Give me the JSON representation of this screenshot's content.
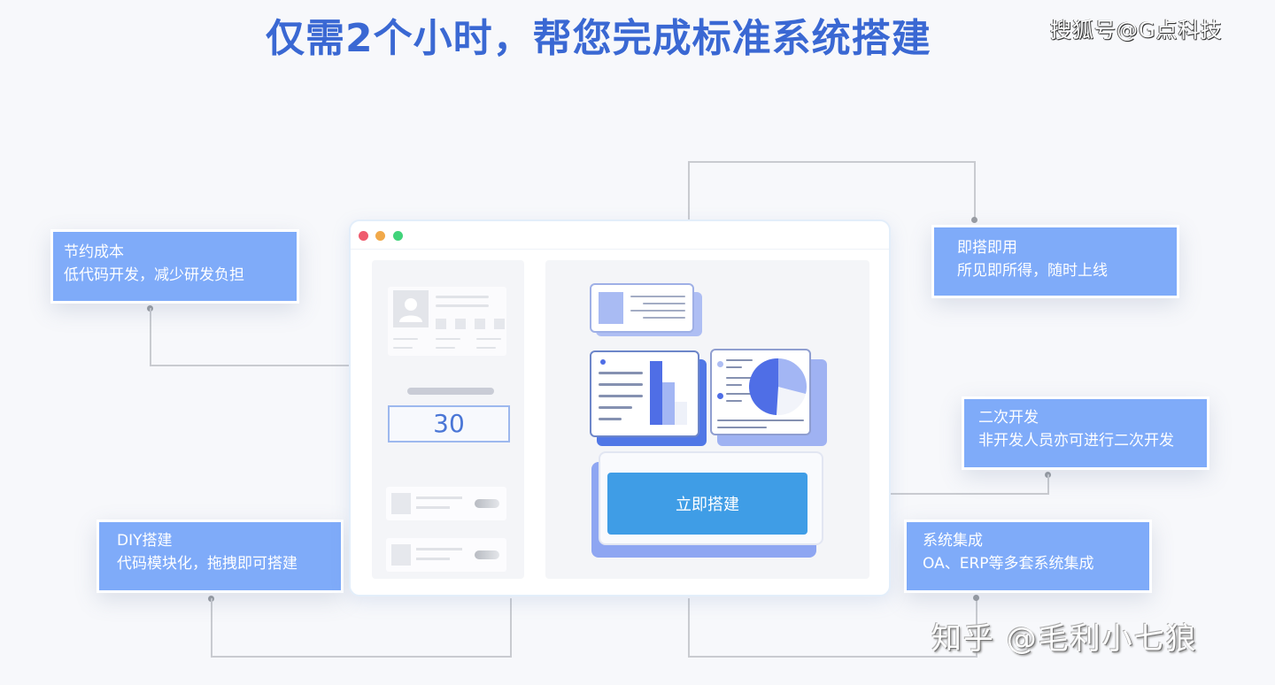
{
  "headline": "仅需2个小时，帮您完成标准系统搭建",
  "watermarks": {
    "top": "搜狐号@G点科技",
    "bottom": "知乎 @毛利小七狼"
  },
  "features": [
    {
      "id": "cost",
      "title": "节约成本",
      "desc": "低代码开发，减少研发负担"
    },
    {
      "id": "instant",
      "title": "即搭即用",
      "desc": "所见即所得，随时上线"
    },
    {
      "id": "secondary-dev",
      "title": "二次开发",
      "desc": "非开发人员亦可进行二次开发"
    },
    {
      "id": "diy",
      "title": "DIY搭建",
      "desc": "代码模块化，拖拽即可搭建"
    },
    {
      "id": "integration",
      "title": "系统集成",
      "desc": "OA、ERP等多套系统集成"
    }
  ],
  "mockup": {
    "counter_value": "30",
    "build_button_label": "立即搭建"
  },
  "colors": {
    "headline": "#3a68d3",
    "feature_box": "#7fabf9",
    "button": "#3f9de6",
    "card_accent": "#4f6ee6",
    "card_light": "#9fb2f2"
  }
}
